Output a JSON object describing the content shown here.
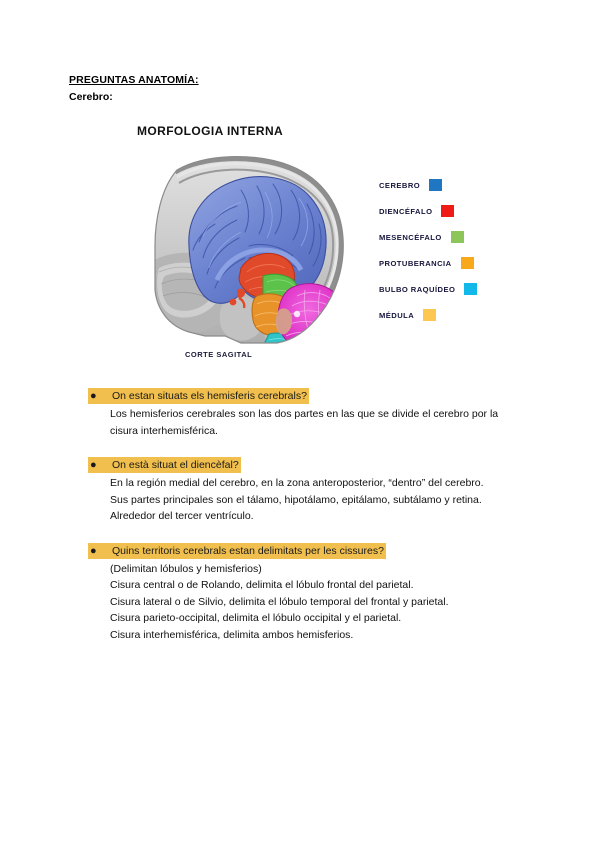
{
  "document": {
    "title": "PREGUNTAS ANATOMÍA:",
    "subtitle": "Cerebro:"
  },
  "figure": {
    "title": "MORFOLOGIA INTERNA",
    "caption": "CORTE SAGITAL",
    "image_description": "Sagittal section of the human head showing colour-coded brain structures",
    "legend": [
      {
        "label": "CEREBRO",
        "color": "#2176c4"
      },
      {
        "label": "DIENCÉFALO",
        "color": "#ef1c16"
      },
      {
        "label": "MESENCÉFALO",
        "color": "#8cc65a"
      },
      {
        "label": "PROTUBERANCIA",
        "color": "#f8a91b"
      },
      {
        "label": "BULBO RAQUÍDEO",
        "color": "#12b8e8"
      },
      {
        "label": "MÉDULA",
        "color": "#fcc850"
      }
    ]
  },
  "colors": {
    "highlight": "#f0bf4d",
    "cerebrum": "#6a82d0",
    "diencephalon": "#e04a2a",
    "midbrain": "#5cc24a",
    "pons": "#e8922a",
    "medulla_oblongata": "#2ec4c8",
    "spinal_cord": "#8b5cd6",
    "cerebellum": "#e034c8",
    "skull": "#bdbdbd"
  },
  "qa": [
    {
      "bullet": "●",
      "question": "On estan situats els hemisferis cerebrals?",
      "answer": [
        "Los hemisferios cerebrales son las dos partes en las que se divide el cerebro por la",
        "cisura interhemisférica."
      ]
    },
    {
      "bullet": "●",
      "question": "On està situat el diencèfal?",
      "answer": [
        "En la región medial del cerebro, en la zona anteroposterior, “dentro” del cerebro.",
        "Sus partes principales son el tálamo, hipotálamo, epitálamo, subtálamo y retina.",
        "Alrededor del tercer ventrículo."
      ]
    },
    {
      "bullet": "●",
      "question": "Quins territoris cerebrals estan delimitats per les cissures?",
      "answer": [
        "(Delimitan lóbulos y hemisferios)",
        "Cisura central o de Rolando, delimita el lóbulo frontal del parietal.",
        "Cisura lateral o de Silvio, delimita el lóbulo temporal del frontal y parietal.",
        "Cisura parieto-occipital, delimita el lóbulo occipital y el parietal.",
        "Cisura interhemisférica, delimita ambos hemisferios."
      ]
    }
  ]
}
